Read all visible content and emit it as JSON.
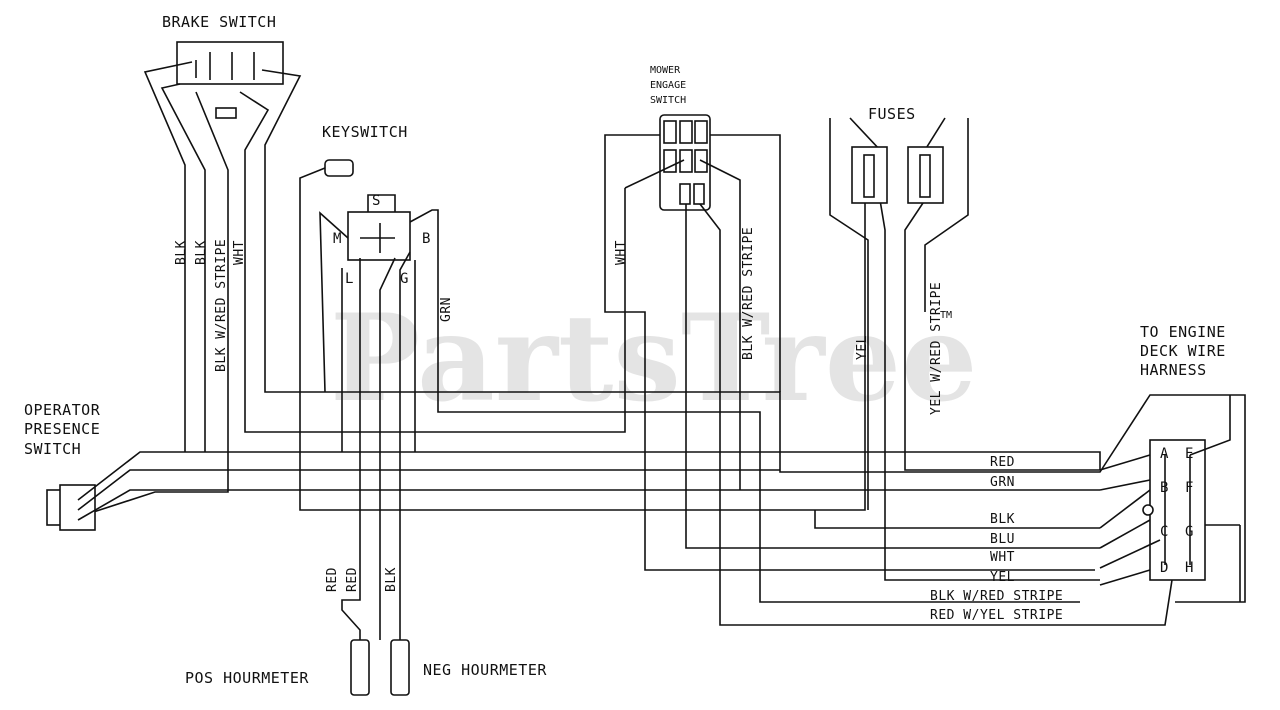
{
  "components": {
    "brake_switch": "BRAKE SWITCH",
    "keyswitch": "KEYSWITCH",
    "mower_engage_switch": [
      "MOWER",
      "ENGAGE",
      "SWITCH"
    ],
    "fuses": "FUSES",
    "operator_presence_switch": [
      "OPERATOR",
      "PRESENCE",
      "SWITCH"
    ],
    "harness": [
      "TO ENGINE",
      "DECK WIRE",
      "HARNESS"
    ],
    "pos_hourmeter": "POS HOURMETER",
    "neg_hourmeter": "NEG HOURMETER"
  },
  "keyswitch_terminals": {
    "s": "S",
    "m": "M",
    "b": "B",
    "l": "L",
    "g": "G"
  },
  "harness_pins": [
    "A",
    "B",
    "C",
    "D",
    "E",
    "F",
    "G",
    "H"
  ],
  "vertical_wire_labels": {
    "blk_1": "BLK",
    "blk_2": "BLK",
    "blk_red": "BLK W/RED STRIPE",
    "wht": "WHT",
    "grn": "GRN",
    "wht_mower": "WHT",
    "blk_red_mower": "BLK W/RED STRIPE",
    "yel": "YEL",
    "yel_red": "YEL W/RED STRIPE",
    "red_1": "RED",
    "red_2": "RED",
    "blk_hour": "BLK"
  },
  "harness_wire_labels": [
    "RED",
    "GRN",
    "BLK",
    "BLU",
    "WHT",
    "YEL",
    "BLK W/RED STRIPE",
    "RED W/YEL STRIPE"
  ],
  "watermark": "PartsTree",
  "watermark_mark": "TM"
}
